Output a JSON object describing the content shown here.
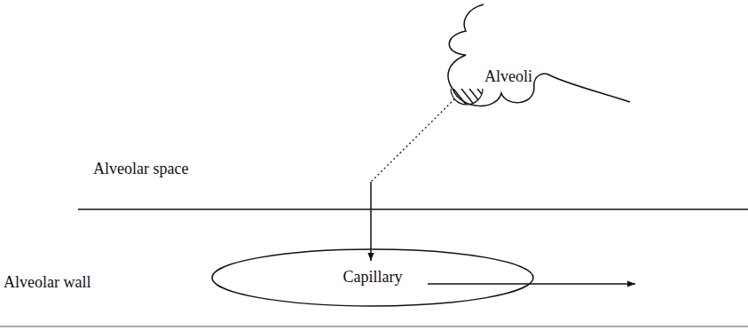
{
  "diagram": {
    "nodes": [
      {
        "text": [
          "Alveoli"
        ]
      },
      {
        "text": [
          "Capillary"
        ]
      }
    ],
    "edges": [
      {
        "from": 0,
        "to": 1,
        "arrow": "to"
      }
    ],
    "labels": [
      "Alveolar space",
      "Alveolar wall"
    ]
  }
}
